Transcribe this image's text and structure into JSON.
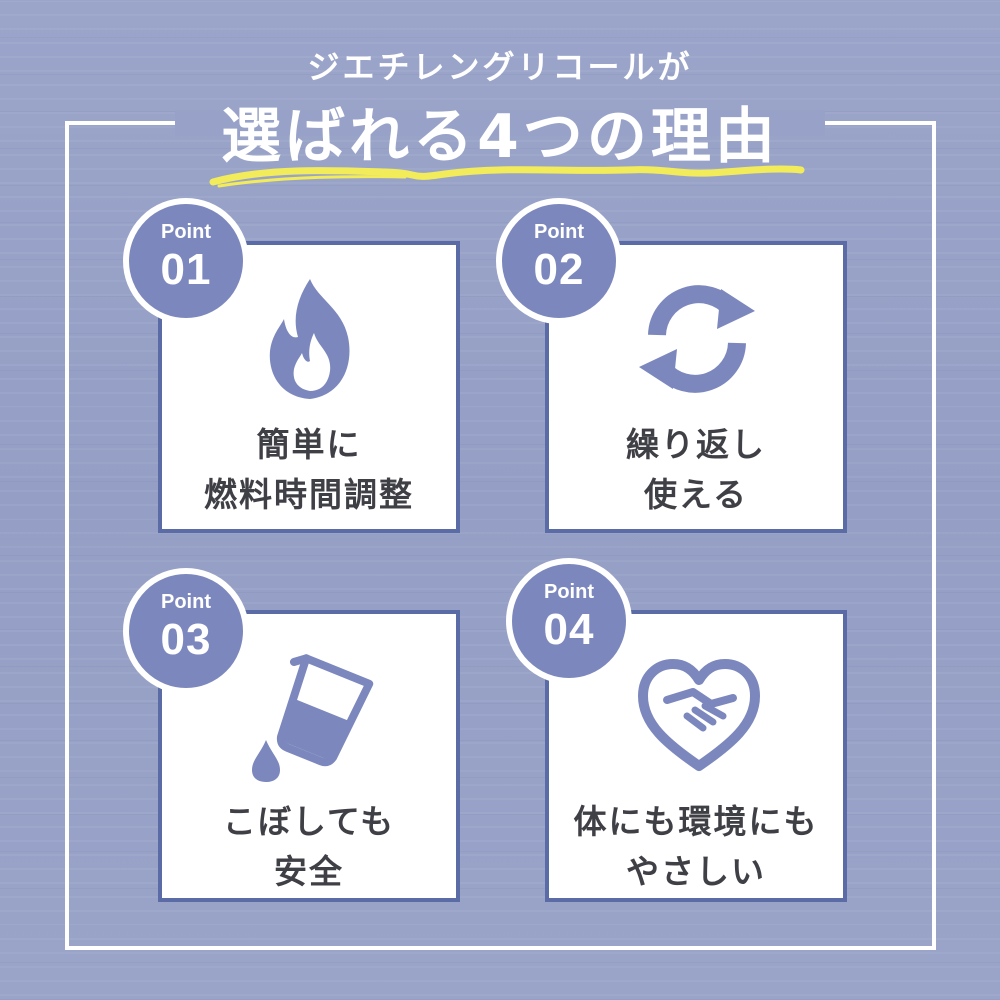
{
  "header": {
    "subtitle": "ジエチレングリコールが",
    "title": "選ばれる4つの理由"
  },
  "colors": {
    "background": "#98a2c8",
    "accent_yellow": "#f2ec5a",
    "card_border": "#5a6ba6",
    "badge": "#7c88bd",
    "icon": "#7c88bd",
    "text": "#3f3f46"
  },
  "points": [
    {
      "badge_word": "Point",
      "number": "01",
      "icon": "flame-icon",
      "line1": "簡単に",
      "line2": "燃料時間調整"
    },
    {
      "badge_word": "Point",
      "number": "02",
      "icon": "refresh-cycle-icon",
      "line1": "繰り返し",
      "line2": "使える"
    },
    {
      "badge_word": "Point",
      "number": "03",
      "icon": "pouring-beaker-icon",
      "line1": "こぼしても",
      "line2": "安全"
    },
    {
      "badge_word": "Point",
      "number": "04",
      "icon": "heart-handshake-icon",
      "line1": "体にも環境にも",
      "line2": "やさしい"
    }
  ]
}
